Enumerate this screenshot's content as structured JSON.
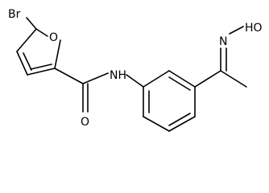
{
  "molecule": {
    "atoms": {
      "bromine": "Br",
      "furan_oxygen": "O",
      "amide_oxygen": "O",
      "amide_nitrogen": "NH",
      "oxime_nitrogen": "N",
      "hydroxyl": "HO"
    },
    "colors": {
      "bond": "#000000",
      "label": "#000000",
      "background": "#ffffff"
    }
  }
}
